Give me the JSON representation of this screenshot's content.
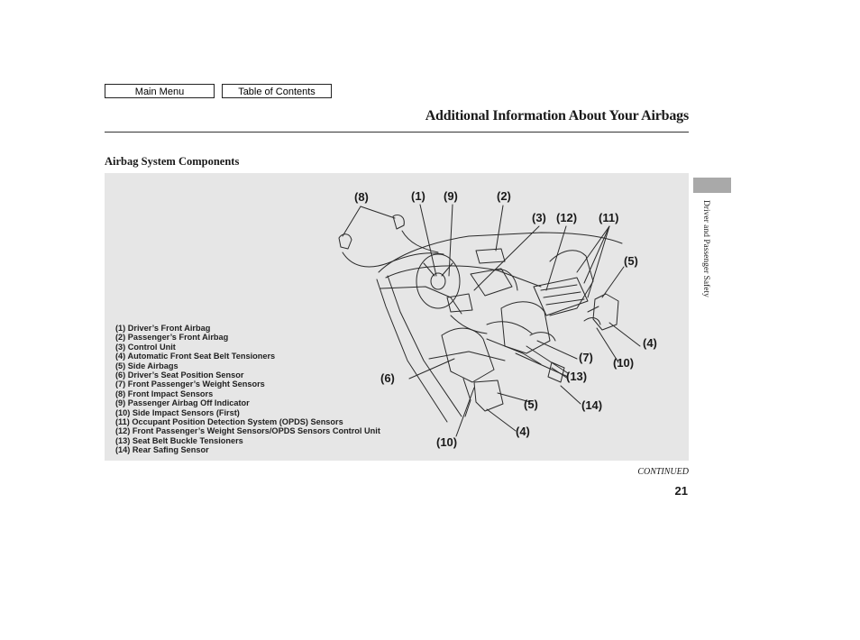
{
  "nav": {
    "main_menu": "Main Menu",
    "table_of_contents": "Table of Contents"
  },
  "header": {
    "title": "Additional Information About Your Airbags"
  },
  "section": {
    "heading": "Airbag System Components"
  },
  "figure": {
    "legend": [
      "(1) Driver’s Front Airbag",
      "(2) Passenger’s Front Airbag",
      "(3) Control Unit",
      "(4) Automatic Front Seat Belt Tensioners",
      "(5) Side Airbags",
      "(6) Driver’s Seat Position Sensor",
      "(7) Front Passenger’s Weight Sensors",
      "(8) Front Impact Sensors",
      "(9) Passenger Airbag Off Indicator",
      "(10) Side Impact Sensors (First)",
      "(11) Occupant Position Detection System (OPDS) Sensors",
      "(12) Front Passenger’s Weight Sensors/OPDS Sensors Control Unit",
      "(13) Seat Belt Buckle Tensioners",
      "(14) Rear Safing Sensor"
    ],
    "callouts": {
      "c8": "(8)",
      "c1": "(1)",
      "c9": "(9)",
      "c2": "(2)",
      "c3": "(3)",
      "c12": "(12)",
      "c11": "(11)",
      "c5a": "(5)",
      "c4a": "(4)",
      "c10a": "(10)",
      "c7": "(7)",
      "c6": "(6)",
      "c13": "(13)",
      "c5b": "(5)",
      "c14": "(14)",
      "c4b": "(4)",
      "c10b": "(10)"
    }
  },
  "sidebar": {
    "label": "Driver and Passenger Safety",
    "tab_color": "#a9a9a9"
  },
  "footer": {
    "continued": "CONTINUED",
    "page_number": "21"
  }
}
